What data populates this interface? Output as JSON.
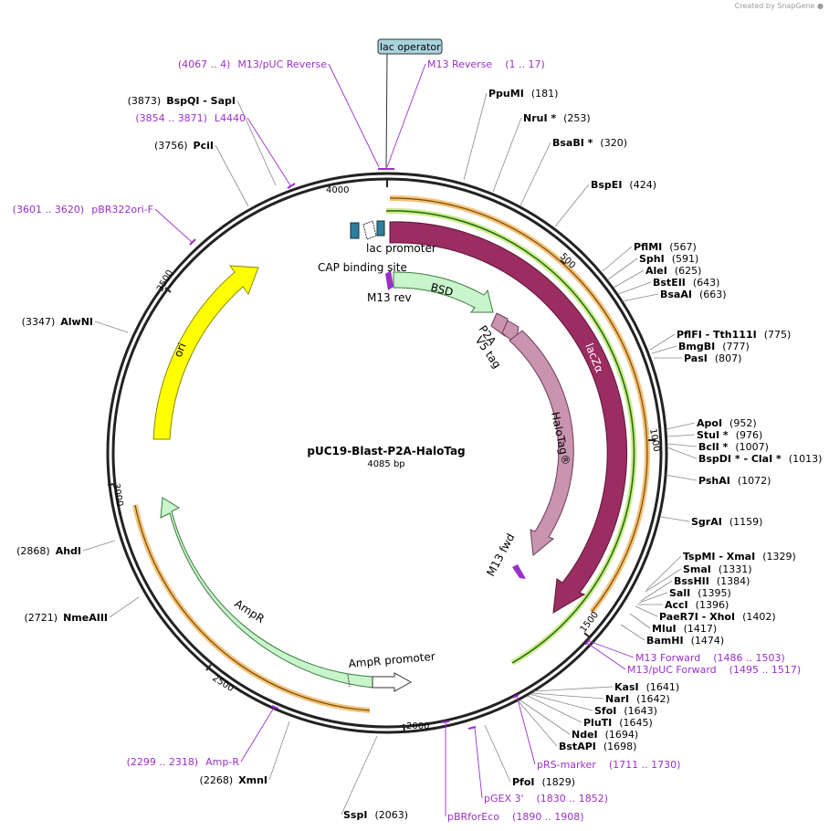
{
  "credit": "Created by SnapGene",
  "plasmid": {
    "name": "pUC19-Blast-P2A-HaloTag",
    "length_label": "4085 bp"
  },
  "ticks": [
    "500",
    "1000",
    "1500",
    "2000",
    "2500",
    "3000",
    "3500",
    "4000"
  ],
  "enzymes": [
    {
      "name": "PpuMI",
      "pos": "(181)"
    },
    {
      "name": "NruI *",
      "pos": "(253)"
    },
    {
      "name": "BsaBI *",
      "pos": "(320)"
    },
    {
      "name": "BspEI",
      "pos": "(424)"
    },
    {
      "name": "PflMI",
      "pos": "(567)"
    },
    {
      "name": "SphI",
      "pos": "(591)"
    },
    {
      "name": "AleI",
      "pos": "(625)"
    },
    {
      "name": "BstEII",
      "pos": "(643)"
    },
    {
      "name": "BsaAI",
      "pos": "(663)"
    },
    {
      "name": "PflFI - Tth111I",
      "pos": "(775)"
    },
    {
      "name": "BmgBI",
      "pos": "(777)"
    },
    {
      "name": "PasI",
      "pos": "(807)"
    },
    {
      "name": "ApoI",
      "pos": "(952)"
    },
    {
      "name": "StuI *",
      "pos": "(976)"
    },
    {
      "name": "BclI *",
      "pos": "(1007)"
    },
    {
      "name": "BspDI * - ClaI *",
      "pos": "(1013)"
    },
    {
      "name": "PshAI",
      "pos": "(1072)"
    },
    {
      "name": "SgrAI",
      "pos": "(1159)"
    },
    {
      "name": "TspMI - XmaI",
      "pos": "(1329)"
    },
    {
      "name": "SmaI",
      "pos": "(1331)"
    },
    {
      "name": "BssHII",
      "pos": "(1384)"
    },
    {
      "name": "SalI",
      "pos": "(1395)"
    },
    {
      "name": "AccI",
      "pos": "(1396)"
    },
    {
      "name": "PaeR7I - XhoI",
      "pos": "(1402)"
    },
    {
      "name": "MluI",
      "pos": "(1417)"
    },
    {
      "name": "BamHI",
      "pos": "(1474)"
    },
    {
      "name": "KasI",
      "pos": "(1641)"
    },
    {
      "name": "NarI",
      "pos": "(1642)"
    },
    {
      "name": "SfoI",
      "pos": "(1643)"
    },
    {
      "name": "PluTI",
      "pos": "(1645)"
    },
    {
      "name": "NdeI",
      "pos": "(1694)"
    },
    {
      "name": "BstAPI",
      "pos": "(1698)"
    },
    {
      "name": "PfoI",
      "pos": "(1829)"
    },
    {
      "name": "SspI",
      "pos": "(2063)"
    },
    {
      "name": "XmnI",
      "pos": "(2268)"
    },
    {
      "name": "NmeAIII",
      "pos": "(2721)"
    },
    {
      "name": "AhdI",
      "pos": "(2868)"
    },
    {
      "name": "AlwNI",
      "pos": "(3347)"
    },
    {
      "name": "PciI",
      "pos": "(3756)"
    },
    {
      "name": "BspQI - SapI",
      "pos": "(3873)"
    }
  ],
  "primers": [
    {
      "name": "M13 Reverse",
      "range": "(1 .. 17)"
    },
    {
      "name": "M13/pUC Reverse",
      "range": "(4067 .. 4)"
    },
    {
      "name": "L4440",
      "range": "(3854 .. 3871)"
    },
    {
      "name": "pBR322ori-F",
      "range": "(3601 .. 3620)"
    },
    {
      "name": "M13 Forward",
      "range": "(1486 .. 1503)"
    },
    {
      "name": "M13/pUC Forward",
      "range": "(1495 .. 1517)"
    },
    {
      "name": "pRS-marker",
      "range": "(1711 .. 1730)"
    },
    {
      "name": "pGEX 3'",
      "range": "(1830 .. 1852)"
    },
    {
      "name": "pBRforEco",
      "range": "(1890 .. 1908)"
    },
    {
      "name": "Amp-R",
      "range": "(2299 .. 2318)"
    }
  ],
  "features": {
    "lac_operator": "lac operator",
    "lac_promoter": "lac promoter",
    "cap_site": "CAP binding site",
    "m13_rev": "M13 rev",
    "bsd": "BSD",
    "p2a": "P2A",
    "v5_tag": "V5 tag",
    "lacz": "lacZα",
    "halotag": "HaloTag®",
    "m13_fwd": "M13 fwd",
    "ampr": "AmpR",
    "ampr_promoter": "AmpR promoter",
    "ori": "ori"
  },
  "colors": {
    "lacz": "#9b2d62",
    "halotag": "#c994b0",
    "bsd": "#c8f5cb",
    "ampr": "#c8f5cb",
    "ori": "#ffff00",
    "primer": "#9b30c9",
    "operator": "#a8d3dd",
    "cap": "#2e7ea0",
    "orf_line": "#1c6b12",
    "orf_glow": "#f2c27a"
  }
}
